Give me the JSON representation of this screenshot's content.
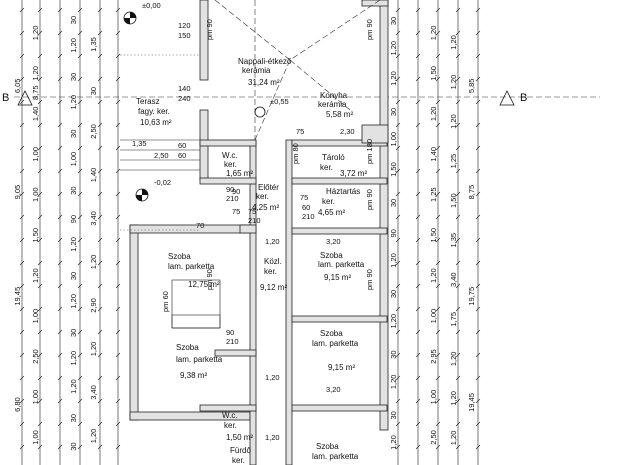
{
  "section": {
    "left": "B",
    "right": "B"
  },
  "levels": {
    "top": "±0,00",
    "terrace": "-0,02",
    "kitchen": "±0,55"
  },
  "rooms": {
    "nappali": {
      "name": "Nappali-étkező",
      "material": "kerámia",
      "area": "31,24 m²"
    },
    "konyha": {
      "name": "Konyha",
      "material": "kerámia",
      "area": "5,58 m²"
    },
    "terasz": {
      "name": "Terasz",
      "material": "fagy. ker.",
      "area": "10,63 m²"
    },
    "wc1": {
      "name": "W.c.",
      "material": "ker.",
      "area": "1,65 m²"
    },
    "tarolo": {
      "name": "Tároló",
      "material": "ker.",
      "area": "3,72 m²"
    },
    "eloter": {
      "name": "Előtér",
      "material": "ker.",
      "area": "4,25 m²"
    },
    "haztartas": {
      "name": "Háztartás",
      "material": "ker.",
      "area": "4,65 m²"
    },
    "szoba1": {
      "name": "Szoba",
      "material": "lam. parketta",
      "area": "12,75 m²"
    },
    "kozl": {
      "name": "Közl.",
      "material": "ker.",
      "area": "9,12 m²"
    },
    "szoba2": {
      "name": "Szoba",
      "material": "lam. parketta",
      "area": "9,15 m²"
    },
    "szoba3": {
      "name": "Szoba",
      "material": "lam. parketta",
      "area": "9,38 m²"
    },
    "szoba4": {
      "name": "Szoba",
      "material": "lam. parketta",
      "area": "9,15 m²"
    },
    "wc2": {
      "name": "W.c.",
      "material": "ker.",
      "area": "1,50 m²"
    },
    "furdo": {
      "name": "Fürdő",
      "material": "ker."
    },
    "szoba5": {
      "name": "Szoba",
      "material": "lam. parketta"
    }
  },
  "dims": {
    "left_outer": [
      "6,05",
      "9,05",
      "19,45",
      "6,80"
    ],
    "left_mid": [
      "8,75"
    ],
    "left_chain": [
      "1,20",
      "1,20",
      "1,40",
      "1,00",
      "1,00",
      "1,50",
      "1,20",
      "1,00",
      "2,50",
      "1,00",
      "1,00"
    ],
    "left_inner": [
      "30",
      "1,20",
      "30",
      "1,20",
      "30",
      "1,00",
      "30",
      "90",
      "1,20",
      "30",
      "1,20",
      "30",
      "1,20",
      "1,20",
      "30",
      "30"
    ],
    "left_inner2": [
      "1,35",
      "30",
      "2,50",
      "1,40",
      "3,40",
      "1,20",
      "2,90",
      "1,20",
      "3,40",
      "1,20"
    ],
    "right_outer": [
      "5,85",
      "8,75",
      "19,75",
      "19,45"
    ],
    "right_chain": [
      "1,20",
      "1,50",
      "1,20",
      "1,40",
      "1,25",
      "1,50",
      "1,20",
      "1,00",
      "2,95",
      "1,00",
      "2,50"
    ],
    "right_inner": [
      "30",
      "1,20",
      "1,20",
      "30",
      "1,00",
      "1,50",
      "30",
      "90",
      "1,20",
      "30",
      "1,20",
      "30",
      "1,20",
      "30",
      "1,20"
    ],
    "right_inner2": [
      "1,20",
      "1,20",
      "1,20",
      "1,25",
      "1,50",
      "1,35",
      "3,40",
      "1,75",
      "1,20",
      "1,20",
      "1,20"
    ],
    "doors": [
      "90",
      "210",
      "75",
      "210",
      "60",
      "210",
      "140",
      "240",
      "120",
      "150",
      "90",
      "210"
    ],
    "widths": [
      "3,20",
      "3,20",
      "2,30",
      "2,50",
      "1,35",
      "1,20",
      "1,20",
      "1,20",
      "75",
      "90",
      "60",
      "60",
      "70",
      "75",
      "75"
    ]
  },
  "room_marks": [
    "pm 90",
    "pm 90",
    "pm 90",
    "pm 90",
    "pm 90",
    "pm 60",
    "pm 80",
    "pm 180"
  ]
}
